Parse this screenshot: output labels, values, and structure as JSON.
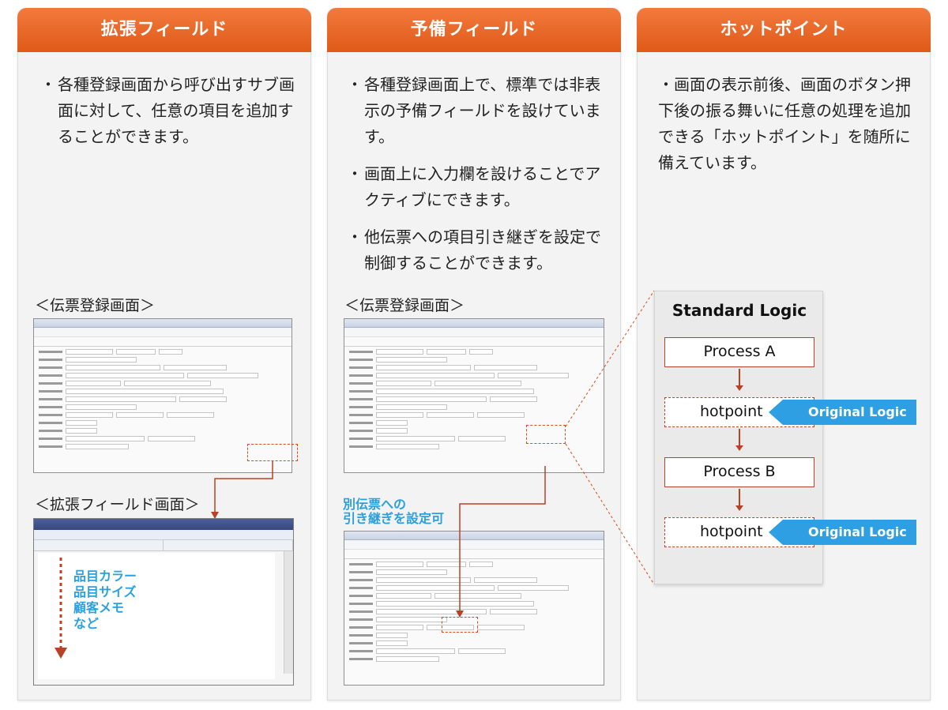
{
  "cards": [
    {
      "title": "拡張フィールド",
      "bullets": [
        "各種登録画面から呼び出すサブ画面に対して、任意の項目を追加することができます。"
      ],
      "caption1": "＜伝票登録画面＞",
      "caption2": "＜拡張フィールド画面＞",
      "sub_items": [
        "品目カラー",
        "品目サイズ",
        "顧客メモ",
        "など"
      ]
    },
    {
      "title": "予備フィールド",
      "bullets": [
        "各種登録画面上で、標準では非表示の予備フィールドを設けています。",
        "画面上に入力欄を設けることでアクティブにできます。",
        "他伝票への項目引き継ぎを設定で制御することができます。"
      ],
      "caption1": "＜伝票登録画面＞",
      "note_line1": "別伝票への",
      "note_line2": "引き継ぎを設定可"
    },
    {
      "title": "ホットポイント",
      "text": "・画面の表示前後、画面のボタン押下後の振る舞いに任意の処理を追加できる「ホットポイント」を随所に備えています。"
    }
  ],
  "logic": {
    "title": "Standard Logic",
    "process_a": "Process A",
    "hotpoint_1": "hotpoint",
    "process_b": "Process B",
    "hotpoint_2": "hotpoint",
    "original_1": "Original Logic",
    "original_2": "Original Logic"
  },
  "colors": {
    "header_orange": "#e8642a",
    "flow_red": "#b64227",
    "accent_blue": "#2e9fe3"
  }
}
